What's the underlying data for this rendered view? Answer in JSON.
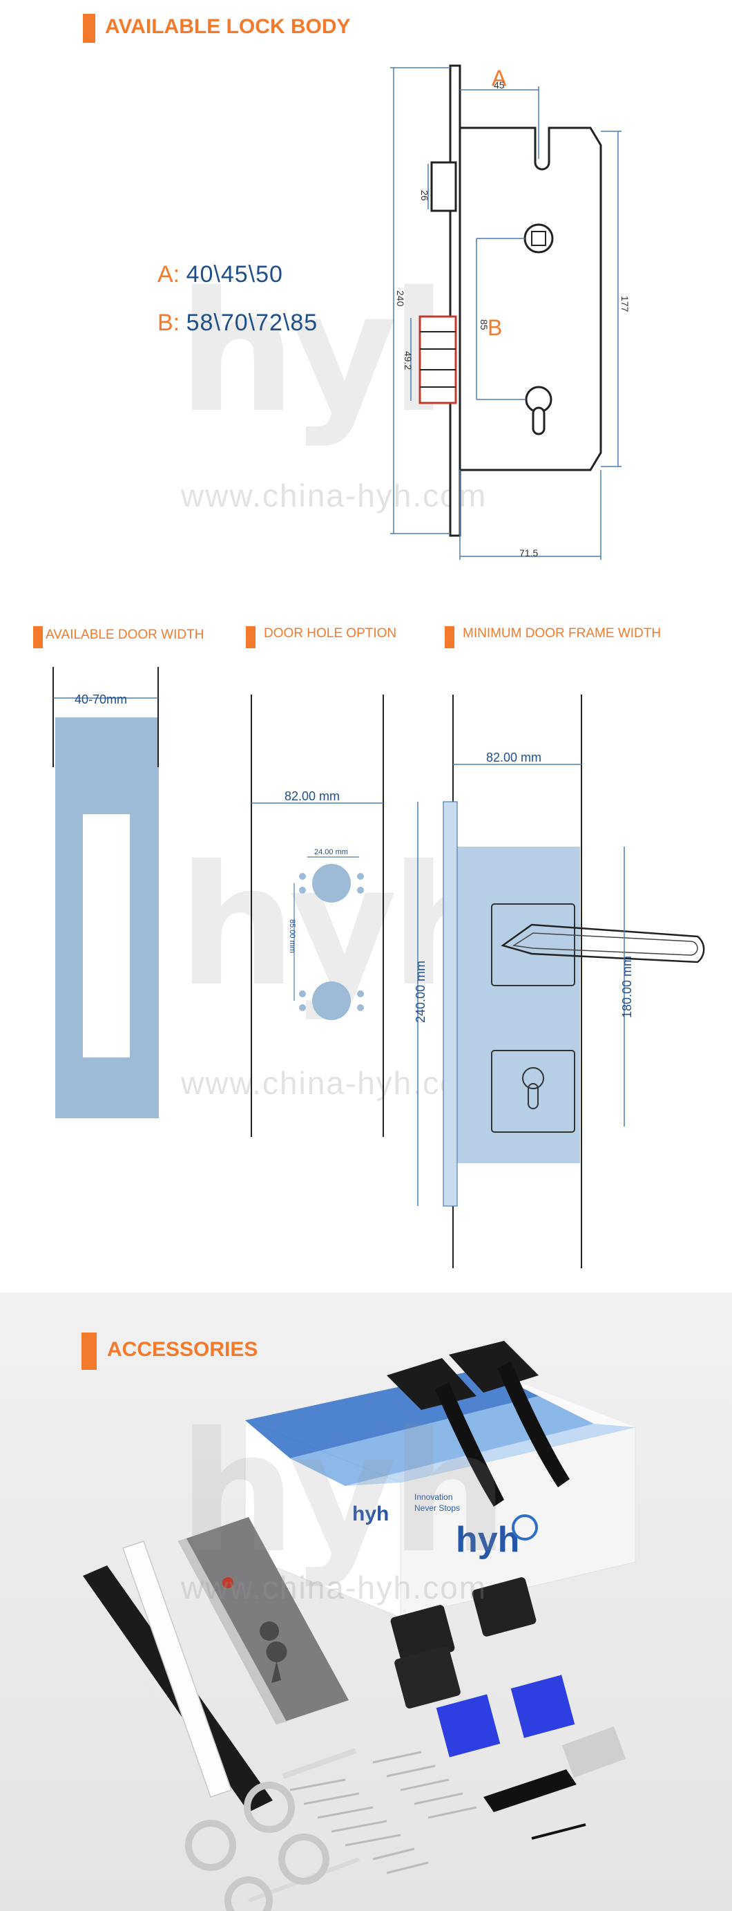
{
  "watermark": {
    "logo": "hyh",
    "url": "www.china-hyh.com"
  },
  "lock_body": {
    "title": "AVAILABLE LOCK BODY",
    "spec_a_key": "A:",
    "spec_a_value": "40\\45\\50",
    "spec_b_key": "B:",
    "spec_b_value": "58\\70\\72\\85",
    "marker_a": "A",
    "marker_b": "B",
    "dim_45": "45",
    "dim_26": "26",
    "dim_240": "240",
    "dim_85": "85",
    "dim_177": "177",
    "dim_49_2": "49.2",
    "dim_71_5": "71.5"
  },
  "door_specs": {
    "width_title": "AVAILABLE DOOR WIDTH",
    "width_dim": "40-70mm",
    "hole_title": "DOOR HOLE OPTION",
    "hole_width_dim": "82.00 mm",
    "hole_spacing_dim": "24.00 mm",
    "hole_vertical_dim": "85.00 mm",
    "frame_title": "MINIMUM DOOR FRAME WIDTH",
    "frame_width_dim": "82.00 mm",
    "frame_height_dim": "240.00 mm",
    "plate_height_dim": "180.00 mm"
  },
  "accessories": {
    "title": "ACCESSORIES",
    "box_logo": "hyh",
    "box_tagline_1": "Innovation",
    "box_tagline_2": "Never Stops"
  },
  "colors": {
    "accent_orange": "#f37a2a",
    "text_blue": "#1f4f8a",
    "door_blue": "#9dbbd7",
    "dim_blue": "#5a8fc0"
  }
}
